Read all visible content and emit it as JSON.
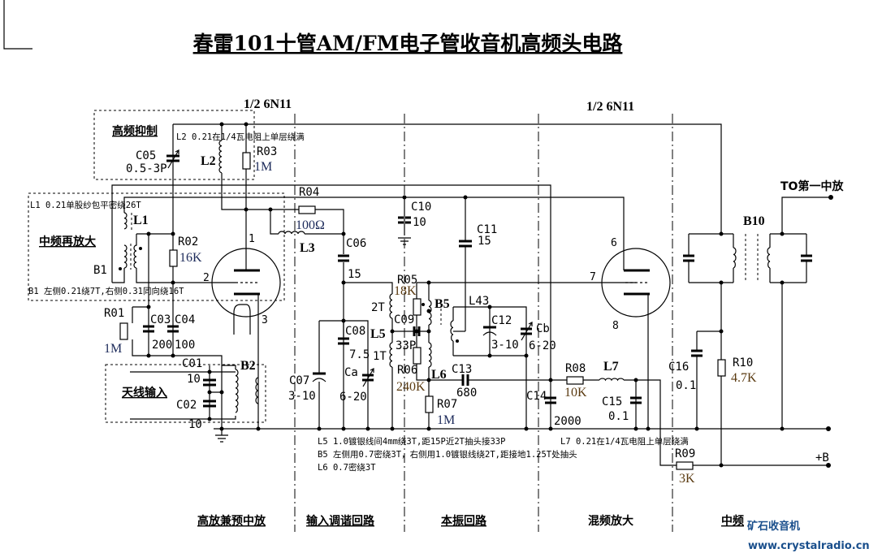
{
  "title": "春雷101十管AM/FM电子管收音机高频头电路",
  "tubes": {
    "left": "1/2 6N11",
    "right": "1/2 6N11"
  },
  "blocks": {
    "hf_suppress": "高频抑制",
    "if_reamp": "中频再放大",
    "antenna_in": "天线输入",
    "to_if1": "TO第一中放"
  },
  "sections": [
    "高放兼预中放",
    "输入调谐回路",
    "本振回路",
    "混频放大",
    "中频"
  ],
  "pins": {
    "p1": "1",
    "p2": "2",
    "p3": "3",
    "p6": "6",
    "p7": "7",
    "p8": "8"
  },
  "components": {
    "C05": {
      "ref": "C05",
      "value": "0.5-3P"
    },
    "L2": {
      "ref": "L2"
    },
    "R03": {
      "ref": "R03",
      "value": "1M"
    },
    "L1": {
      "ref": "L1"
    },
    "B1": {
      "ref": "B1"
    },
    "R02": {
      "ref": "R02",
      "value": "16K"
    },
    "R01": {
      "ref": "R01",
      "value": "1M"
    },
    "C03": {
      "ref": "C03",
      "value": "200"
    },
    "C04": {
      "ref": "C04",
      "value": "100"
    },
    "C01": {
      "ref": "C01",
      "value": "10"
    },
    "C02": {
      "ref": "C02",
      "value": "10"
    },
    "B2": {
      "ref": "B2"
    },
    "R04": {
      "ref": "R04",
      "value": "100Ω"
    },
    "L3": {
      "ref": "L3"
    },
    "C06": {
      "ref": "C06",
      "value": "15"
    },
    "C07": {
      "ref": "C07",
      "value": "3-10"
    },
    "C08": {
      "ref": "C08",
      "value": "7.5"
    },
    "Ca": {
      "ref": "Ca",
      "value": "6-20"
    },
    "C10": {
      "ref": "C10",
      "value": "10"
    },
    "L5": {
      "ref": "L5",
      "tap_upper": "2T",
      "tap_lower": "1T"
    },
    "R05": {
      "ref": "R05",
      "value": "18K"
    },
    "C09": {
      "ref": "C09",
      "value": "33P"
    },
    "R06": {
      "ref": "R06",
      "value": "240K"
    },
    "L6": {
      "ref": "L6"
    },
    "R07": {
      "ref": "R07",
      "value": "1M"
    },
    "B5": {
      "ref": "B5"
    },
    "C11": {
      "ref": "C11",
      "value": "15"
    },
    "L43": {
      "ref": "L43"
    },
    "C12": {
      "ref": "C12",
      "value": "3-10"
    },
    "Cb": {
      "ref": "Cb",
      "value": "6-20"
    },
    "C13": {
      "ref": "C13",
      "value": "680"
    },
    "C14": {
      "ref": "C14",
      "value": "2000"
    },
    "R08": {
      "ref": "R08",
      "value": "10K"
    },
    "L7": {
      "ref": "L7"
    },
    "C15": {
      "ref": "C15",
      "value": "0.1"
    },
    "C16": {
      "ref": "C16",
      "value": "0.1"
    },
    "R10": {
      "ref": "R10",
      "value": "4.7K"
    },
    "R09": {
      "ref": "R09",
      "value": "3K"
    },
    "B10": {
      "ref": "B10"
    }
  },
  "supply_label": "+B",
  "notes": {
    "l2": "L2  0.21在1/4瓦电阻上单层绕满",
    "l1": "L1  0.21单股纱包平密绕26T",
    "b1": "B1  左侧0.21绕7T,右侧0.31同向绕16T",
    "l5": "L5  1.0镀银线间4mm绕3T,距15P近2T抽头接33P",
    "b5": "B5 左侧用0.7密绕3T，右侧用1.0镀银线绕2T,距接地1.25T处抽头",
    "l6": "L6 0.7密绕3T",
    "l7": "L7  0.21在1/4瓦电阻上单层绕满"
  },
  "watermark": {
    "name": "矿石收音机",
    "url": "www.crystalradio.cn",
    "color": "#1a4f8c"
  }
}
